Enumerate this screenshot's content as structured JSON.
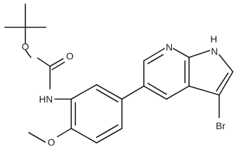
{
  "molecule": {
    "atoms": {
      "o_ester": "O",
      "o_carbonyl": "O",
      "nh_carbamate": "HN",
      "o_methoxy": "O",
      "n_pyridine": "N",
      "nh_pyrrole": "H",
      "n_pyrrole": "N",
      "br": "Br"
    }
  }
}
